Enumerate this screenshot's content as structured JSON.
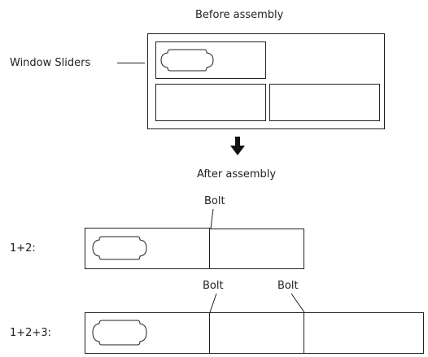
{
  "before": {
    "title": "Before assembly",
    "sliders_label": "Window Sliders"
  },
  "after": {
    "title": "After assembly",
    "bolt_label": "Bolt",
    "row1_label": "1+2:",
    "row2_label": "1+2+3:"
  },
  "colors": {
    "stroke": "#222222",
    "arrow": "#111111"
  },
  "icons": [
    "window-slider-icon",
    "down-arrow-icon"
  ]
}
